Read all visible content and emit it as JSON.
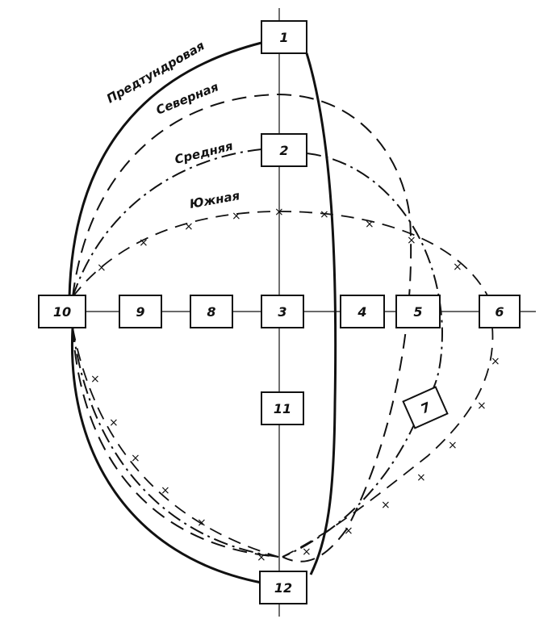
{
  "routes": {
    "predtundrovaya": "Предтундровая",
    "severnaya": "Северная",
    "srednyaya": "Средняя",
    "yuzhnaya": "Южная"
  },
  "boxes": {
    "b1": "1",
    "b2": "2",
    "b3": "3",
    "b4": "4",
    "b5": "5",
    "b6": "6",
    "b7": "7",
    "b8": "8",
    "b9": "9",
    "b10": "10",
    "b11": "11",
    "b12": "12"
  },
  "cross_marker": "×"
}
